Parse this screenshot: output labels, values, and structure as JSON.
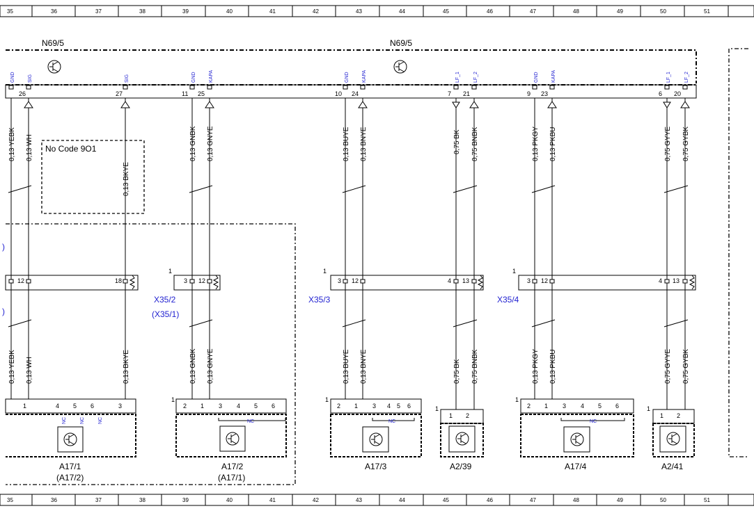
{
  "grid_labels": [
    "35",
    "36",
    "37",
    "38",
    "39",
    "40",
    "41",
    "42",
    "43",
    "44",
    "45",
    "46",
    "47",
    "48",
    "49",
    "50",
    "51"
  ],
  "module": {
    "left_name": "N69/5",
    "right_name": "N69/5"
  },
  "note_box": {
    "text": "No Code 9O1"
  },
  "top_pins": [
    {
      "sig": "GND",
      "num": "26",
      "dir": "none"
    },
    {
      "sig": "SIG",
      "num": "",
      "dir": "up"
    },
    {
      "sig": "SIG",
      "num": "27",
      "dir": "up"
    },
    {
      "sig": "GND",
      "num": "11",
      "dir": "none"
    },
    {
      "sig": "KAPA",
      "num": "25",
      "dir": "up"
    },
    {
      "sig": "GND",
      "num": "10",
      "dir": "none"
    },
    {
      "sig": "KAPA",
      "num": "24",
      "dir": "up"
    },
    {
      "sig": "LF_1",
      "num": "7",
      "dir": "down"
    },
    {
      "sig": "LF_2",
      "num": "21",
      "dir": "up"
    },
    {
      "sig": "GND",
      "num": "9",
      "dir": "none"
    },
    {
      "sig": "KAPA",
      "num": "23",
      "dir": "up"
    },
    {
      "sig": "LF_1",
      "num": "6",
      "dir": "down"
    },
    {
      "sig": "LF_2",
      "num": "20",
      "dir": "up"
    }
  ],
  "wires": [
    "0,13 YEBK",
    "0,13 WH",
    "0,13 BKYE",
    "0,13 GNBK",
    "0,13 GNYE",
    "0,13 BUYE",
    "0,13 BNYE",
    "0,75 BK",
    "0,75 BNBK",
    "0,13 PKGY",
    "0,13 PKBU",
    "0,75 GYYE",
    "0,75 GYBK"
  ],
  "connectors": [
    {
      "name": "X35/2",
      "alt": "(X35/1)",
      "one": "1"
    },
    {
      "name": "X35/3",
      "alt": "",
      "one": "1"
    },
    {
      "name": "X35/4",
      "alt": "",
      "one": "1"
    }
  ],
  "conn_pins": [
    "12",
    "18",
    "3",
    "12",
    "3",
    "12",
    "4",
    "13",
    "3",
    "12",
    "4",
    "13"
  ],
  "components": [
    {
      "name": "A17/1",
      "alt": "(A17/2)",
      "pins": [
        "1",
        "4",
        "5",
        "6",
        "3"
      ],
      "nc": [
        "NC",
        "NC",
        "NC"
      ],
      "one": ""
    },
    {
      "name": "A17/2",
      "alt": "(A17/1)",
      "pins": [
        "2",
        "1",
        "3",
        "4",
        "5",
        "6"
      ],
      "nc": [
        "NC"
      ],
      "one": "1"
    },
    {
      "name": "A17/3",
      "alt": "",
      "pins": [
        "2",
        "1",
        "3",
        "4",
        "5",
        "6"
      ],
      "nc": [
        "NC"
      ],
      "one": "1"
    },
    {
      "name": "A2/39",
      "alt": "",
      "pins": [
        "1",
        "2"
      ],
      "nc": [],
      "one": "1"
    },
    {
      "name": "A17/4",
      "alt": "",
      "pins": [
        "2",
        "1",
        "3",
        "4",
        "5",
        "6"
      ],
      "nc": [
        "NC"
      ],
      "one": "1"
    },
    {
      "name": "A2/41",
      "alt": "",
      "pins": [
        "1",
        "2"
      ],
      "nc": [],
      "one": "1"
    }
  ]
}
